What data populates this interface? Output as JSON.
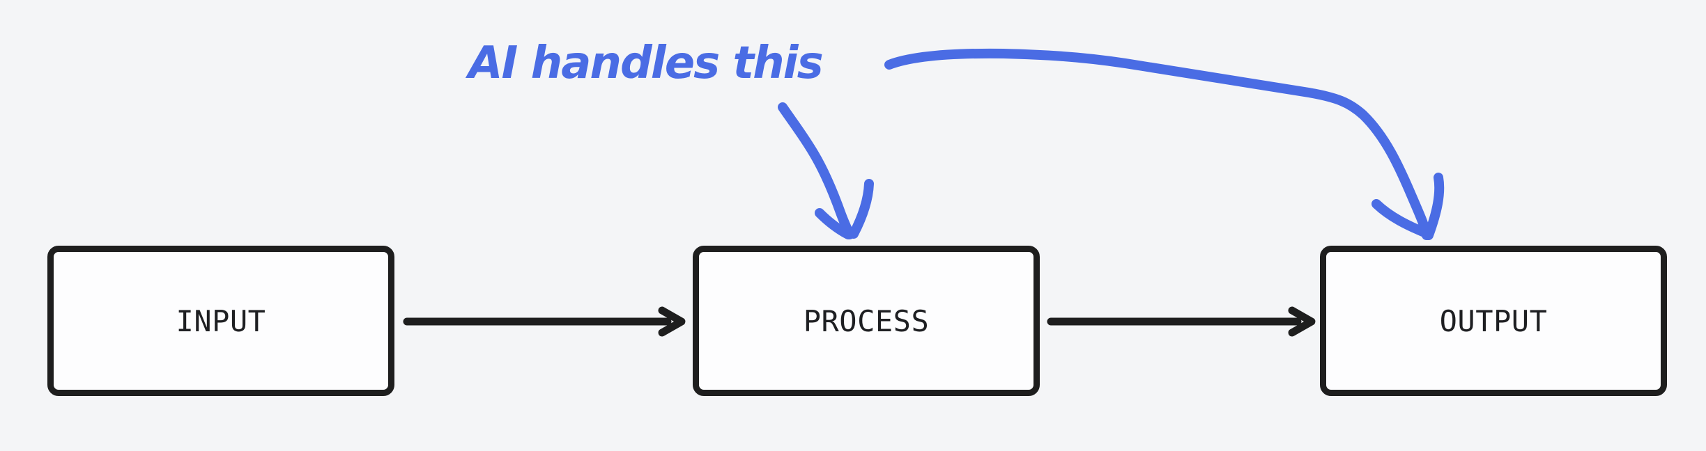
{
  "canvas": {
    "kind": "hand-drawn flowchart",
    "background": "#f4f5f7"
  },
  "flow": {
    "nodes": [
      {
        "id": "input",
        "label": "INPUT"
      },
      {
        "id": "process",
        "label": "PROCESS"
      },
      {
        "id": "output",
        "label": "OUTPUT"
      }
    ],
    "edges": [
      {
        "from": "INPUT",
        "to": "PROCESS"
      },
      {
        "from": "PROCESS",
        "to": "OUTPUT"
      }
    ]
  },
  "annotation": {
    "label": "AI handles this",
    "points_to": [
      "PROCESS",
      "OUTPUT"
    ]
  },
  "colors": {
    "ink": "#1e1e1e",
    "node_fill": "#fdfdfe",
    "annotation_blue": "#4a6ce4",
    "background": "#f4f5f7"
  }
}
